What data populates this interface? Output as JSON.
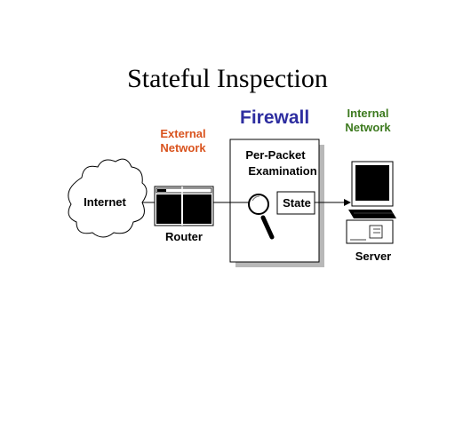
{
  "title": "Stateful Inspection",
  "firewall_title": "Firewall",
  "external_network": {
    "line1": "External",
    "line2": "Network"
  },
  "internal_network": {
    "line1": "Internal",
    "line2": "Network"
  },
  "internet_label": "Internet",
  "router_label": "Router",
  "per_packet": {
    "line1": "Per-Packet",
    "line2": "Examination"
  },
  "state_label": "State",
  "server_label": "Server",
  "colors": {
    "firewall_title": "#2e2ea0",
    "external_network": "#d9531e",
    "internal_network": "#3d7a1f"
  },
  "icons": [
    "cloud-icon",
    "router-icon",
    "magnifier-icon",
    "server-icon"
  ]
}
